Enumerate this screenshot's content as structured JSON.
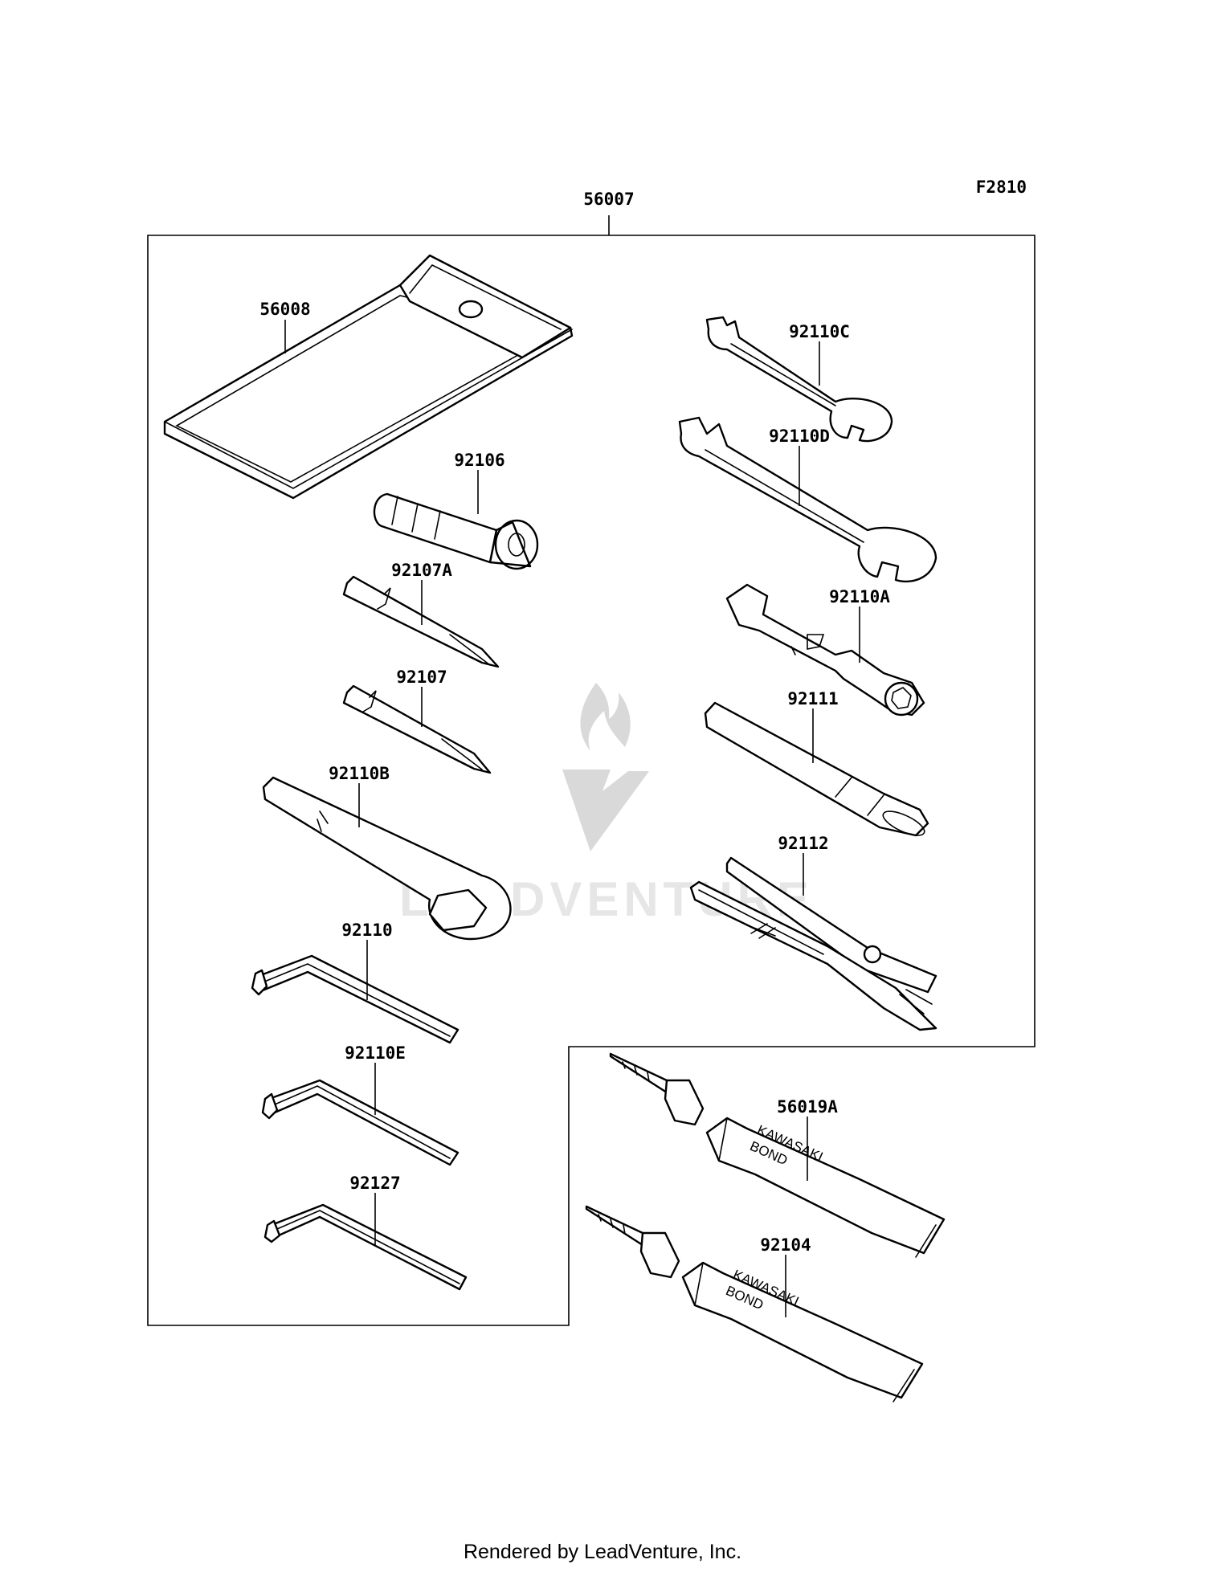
{
  "diagram_code": "F2810",
  "parent_part": "56007",
  "parts": {
    "p56008": "56008",
    "p92106": "92106",
    "p92107A": "92107A",
    "p92107": "92107",
    "p92110B": "92110B",
    "p92110": "92110",
    "p92110E": "92110E",
    "p92127": "92127",
    "p92110C": "92110C",
    "p92110D": "92110D",
    "p92110A": "92110A",
    "p92111": "92111",
    "p92112": "92112",
    "p56019A": "56019A",
    "p92104": "92104"
  },
  "tube_text": {
    "line1": "KAWASAKI",
    "line2": "BOND"
  },
  "watermark": "LEADVENTURE",
  "footer": "Rendered by LeadVenture, Inc.",
  "colors": {
    "ink": "#000000",
    "background": "#ffffff",
    "watermark": "#d9d9d9"
  }
}
